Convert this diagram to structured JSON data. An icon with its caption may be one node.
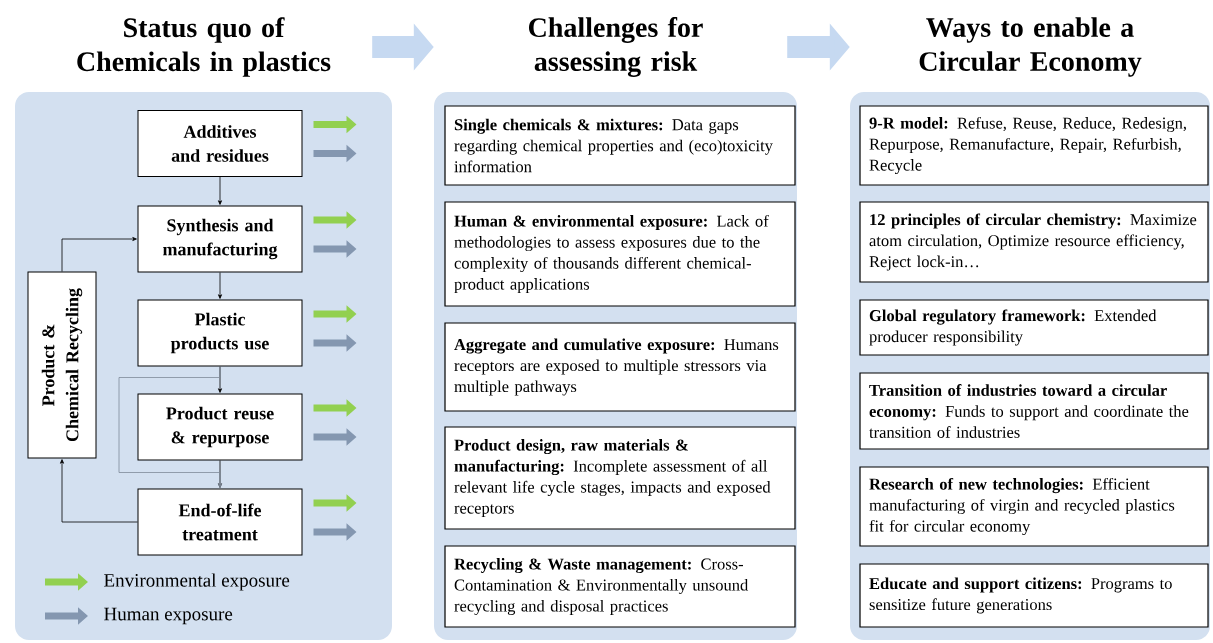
{
  "diagram": {
    "nodes": [
      {
        "text": [
          "Status quo of Chemicals in plastics"
        ]
      },
      {
        "text": [
          "Additives and residues"
        ],
        "in": 0
      },
      {
        "text": [
          "Synthesis and manufacturing"
        ],
        "in": 0
      },
      {
        "text": [
          "Plastic products use"
        ],
        "in": 0
      },
      {
        "text": [
          "Product reuse & repurpose"
        ],
        "in": 0
      },
      {
        "text": [
          "End-of-life treatment"
        ],
        "in": 0
      },
      {
        "text": [
          "Product & Chemical Recycling"
        ],
        "in": 0
      },
      {
        "text": [
          "Challenges for assessing risk"
        ]
      },
      {
        "text": [
          "**Single chemicals & mixtures:** Data gaps regarding chemical properties and (eco)toxicity information"
        ],
        "in": 7
      },
      {
        "text": [
          "**Human & environmental exposure:** Lack of methodologies to assess exposures due to the complexity of thousands different chemical-product applications"
        ],
        "in": 7
      },
      {
        "text": [
          "**Aggregate and cumulative exposure:** Humans receptors are exposed to multiple stressors via multiple pathways"
        ],
        "in": 7
      },
      {
        "text": [
          "**Product design, raw materials & manufacturing:** Incomplete assessment of all relevant life cycle stages, impacts and exposed receptors"
        ],
        "in": 7
      },
      {
        "text": [
          "**Recycling & Waste management:** Cross-Contamination & Environmentally unsound recycling and disposal practices"
        ],
        "in": 7
      },
      {
        "text": [
          "Ways to enable a Circular Economy"
        ]
      },
      {
        "text": [
          "**9-R model:** Refuse, Reuse, Reduce, Redesign, Repurpose, Remanufacture, Repair, Refurbish, Recycle"
        ],
        "in": 13
      },
      {
        "text": [
          "**12 principles of circular chemistry:** Maximize atom circulation, Optimize resource efficiency, Reject lock-in…"
        ],
        "in": 13
      },
      {
        "text": [
          "**Global regulatory framework:** Extended producer responsibility"
        ],
        "in": 13
      },
      {
        "text": [
          "**Transition of industries toward a circular economy:** Funds to support and coordinate the transition of industries"
        ],
        "in": 13
      },
      {
        "text": [
          "**Research of new technologies:** Efficient manufacturing of virgin and recycled plastics fit for circular economy"
        ],
        "in": 13
      },
      {
        "text": [
          "**Educate and support citizens:** Programs to sensitize future generations"
        ],
        "in": 13
      }
    ],
    "edges": [
      {
        "from": 0,
        "to": 7,
        "arrow": "to",
        "style": "thick",
        "color": "#c6d9f1"
      },
      {
        "from": 7,
        "to": 13,
        "arrow": "to",
        "style": "thick",
        "color": "#c6d9f1"
      },
      {
        "from": 1,
        "to": 2,
        "arrow": "to"
      },
      {
        "from": 2,
        "to": 3,
        "arrow": "to"
      },
      {
        "from": 3,
        "to": 4,
        "arrow": "to"
      },
      {
        "from": 4,
        "to": 5,
        "arrow": "to"
      },
      {
        "from": 3,
        "to": 5,
        "arrow": "to",
        "color": "#7f8a99"
      },
      {
        "from": 5,
        "to": 6,
        "arrow": "to"
      },
      {
        "from": 6,
        "to": 2,
        "arrow": "to"
      },
      {
        "from": 1,
        "to": null,
        "arrow": "to",
        "color": "#92d050"
      },
      {
        "from": 1,
        "to": null,
        "arrow": "to",
        "color": "#8497b0"
      },
      {
        "from": 2,
        "to": null,
        "arrow": "to",
        "color": "#92d050"
      },
      {
        "from": 2,
        "to": null,
        "arrow": "to",
        "color": "#8497b0"
      },
      {
        "from": 3,
        "to": null,
        "arrow": "to",
        "color": "#92d050"
      },
      {
        "from": 3,
        "to": null,
        "arrow": "to",
        "color": "#8497b0"
      },
      {
        "from": 4,
        "to": null,
        "arrow": "to",
        "color": "#92d050"
      },
      {
        "from": 4,
        "to": null,
        "arrow": "to",
        "color": "#8497b0"
      },
      {
        "from": 5,
        "to": null,
        "arrow": "to",
        "color": "#92d050"
      },
      {
        "from": 5,
        "to": null,
        "arrow": "to",
        "color": "#8497b0"
      }
    ],
    "legend": [
      {
        "text": "Environmental exposure",
        "color": "#92d050"
      },
      {
        "text": "Human exposure",
        "color": "#8497b0"
      }
    ]
  }
}
